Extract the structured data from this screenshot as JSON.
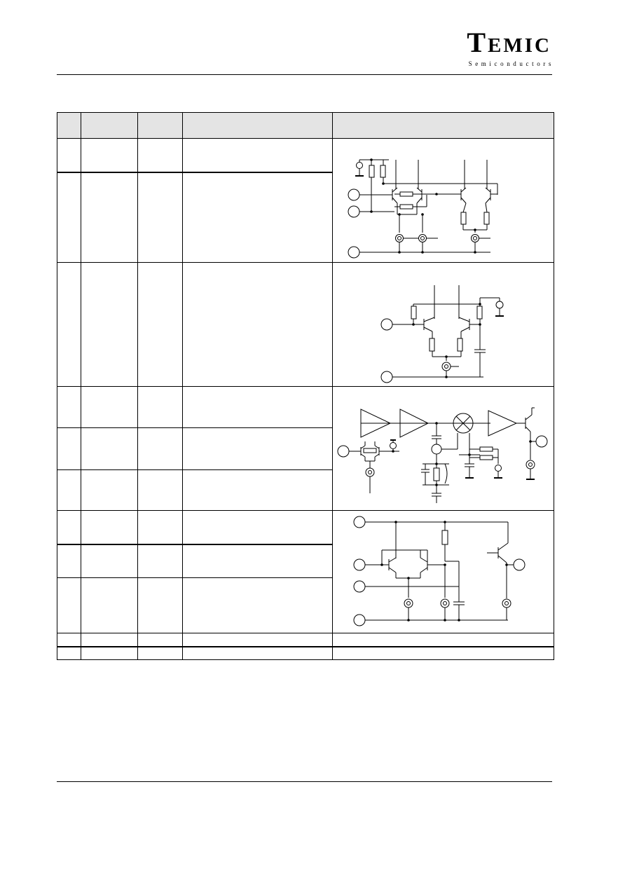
{
  "header": {
    "brand": "TEMIC",
    "brand_first": "T",
    "brand_rest": "EMIC",
    "subtitle": "Semiconductors"
  },
  "table": {
    "columns": [
      "",
      "",
      "",
      "",
      ""
    ],
    "rows": [
      {
        "pin": "",
        "symbol": "",
        "type": "",
        "function": ""
      },
      {
        "pin": "",
        "symbol": "",
        "type": "",
        "function": ""
      },
      {
        "pin": "",
        "symbol": "",
        "type": "",
        "function": ""
      },
      {
        "pin": "",
        "symbol": "",
        "type": "",
        "function": ""
      },
      {
        "pin": "",
        "symbol": "",
        "type": "",
        "function": ""
      },
      {
        "pin": "",
        "symbol": "",
        "type": "",
        "function": ""
      },
      {
        "pin": "",
        "symbol": "",
        "type": "",
        "function": ""
      },
      {
        "pin": "",
        "symbol": "",
        "type": "",
        "function": ""
      },
      {
        "pin": "",
        "symbol": "",
        "type": "",
        "function": ""
      },
      {
        "pin": "",
        "symbol": "",
        "type": "",
        "function": ""
      },
      {
        "pin": "",
        "symbol": "",
        "type": "",
        "function": ""
      }
    ],
    "circuits": [
      "input-stage-schematic",
      "differential-stage-schematic",
      "amplifier-mixer-schematic",
      "output-stage-schematic"
    ]
  }
}
